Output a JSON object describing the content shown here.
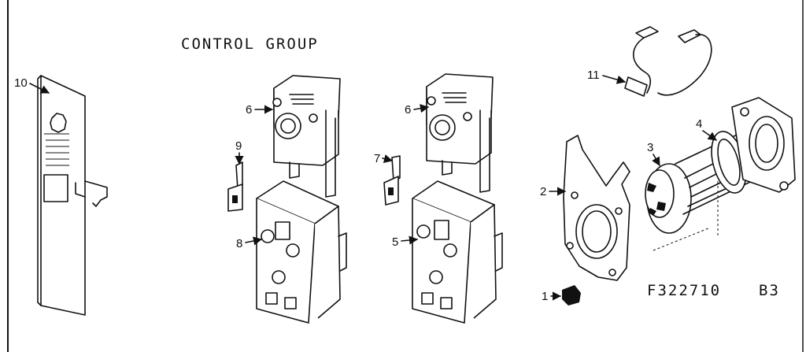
{
  "title": "CONTROL GROUP",
  "figure_code": "F322710",
  "sheet_code": "B3",
  "callouts": {
    "c1": "1",
    "c2": "2",
    "c3": "3",
    "c4": "4",
    "c5": "5",
    "c6a": "6",
    "c6b": "6",
    "c7": "7",
    "c8": "8",
    "c9": "9",
    "c10": "10",
    "c11": "11"
  }
}
